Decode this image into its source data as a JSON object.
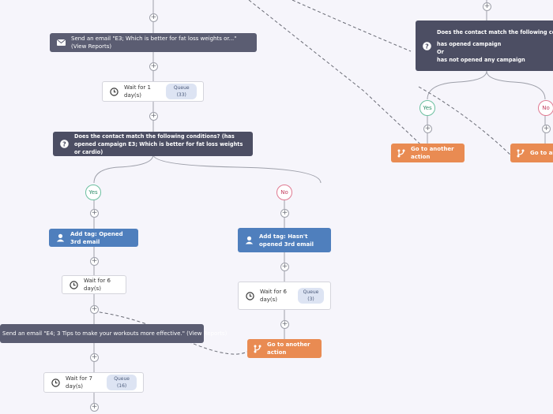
{
  "colors": {
    "background": "#f6f5fb",
    "email_node": "#5b5d72",
    "condition_node": "#4c4e63",
    "tag_node": "#4f7fbd",
    "goto_node": "#e98b52",
    "yes": "#2f8f6a",
    "no": "#c23d5e"
  },
  "icons": {
    "email": "envelope-icon",
    "wait": "clock-icon",
    "condition": "question-icon",
    "tag": "user-icon",
    "goto": "branch-icon",
    "add": "plus-icon"
  },
  "left_flow": {
    "send_email_e3": "Send an email \"E3; Which is better for fat loss weights or...\" (View Reports)",
    "wait_1": {
      "label": "Wait for 1 day(s)",
      "queue": "Queue (33)"
    },
    "condition": "Does the contact match the following conditions? (has opened campaign E3; Which is better for fat loss weights or cardio)",
    "yes_label": "Yes",
    "no_label": "No",
    "yes_branch": {
      "tag": "Add tag: Opened 3rd email",
      "wait_6": "Wait for 6 day(s)",
      "send_email_e4": "Send an email \"E4; 3 Tips to make your workouts more effective.\" (View Reports)",
      "wait_7": {
        "label": "Wait for 7 day(s)",
        "queue": "Queue (16)"
      }
    },
    "no_branch": {
      "tag": "Add tag: Hasn't opened 3rd email",
      "wait_6": {
        "label": "Wait for 6 day(s)",
        "queue": "Queue (3)"
      },
      "goto": "Go to another action"
    }
  },
  "right_flow": {
    "condition_title": "Does the contact match the following conditions?",
    "condition_line1": "has opened campaign",
    "condition_or": "Or",
    "condition_line2": "has not opened any campaign",
    "yes_label": "Yes",
    "no_label": "No",
    "yes_goto": "Go to another action",
    "no_goto": "Go to another action"
  }
}
